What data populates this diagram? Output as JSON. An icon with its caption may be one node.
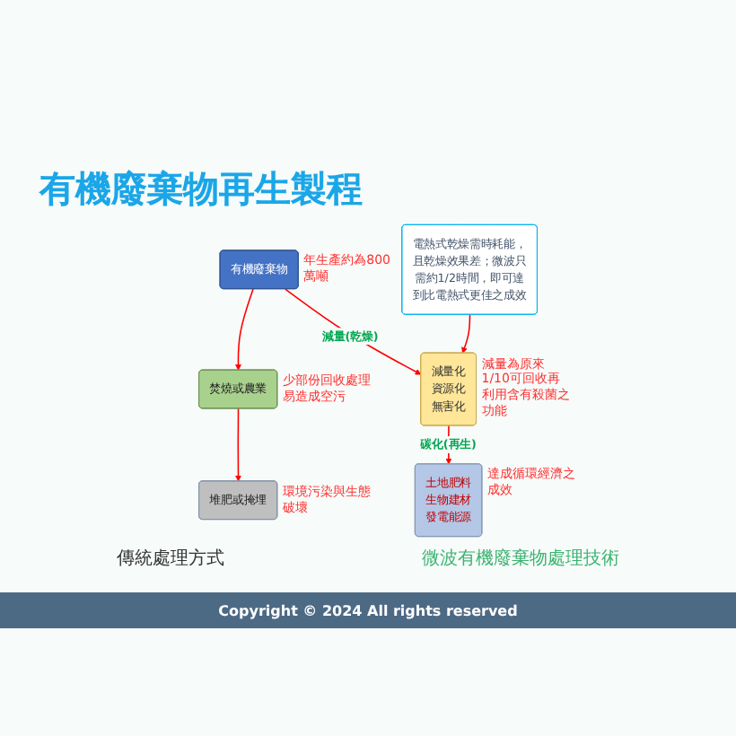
{
  "diagram": {
    "title": "有機廢棄物再生製程",
    "nodes": [
      {
        "text": [
          "有機廢棄物"
        ],
        "beside": [
          "年生產約為800萬噸"
        ]
      },
      {
        "text": [
          "焚燒或農業"
        ],
        "beside": [
          "少部份回收處理易造成空污"
        ]
      },
      {
        "text": [
          "堆肥或掩埋"
        ],
        "beside": [
          "環境污染與生態破壞"
        ]
      },
      {
        "text": [
          "減量化",
          "資源化",
          "無害化"
        ],
        "beside": [
          "減量為原來1/10可回收再利用含有殺菌之功能"
        ]
      },
      {
        "text": [
          "土地肥料",
          "生物建材",
          "發電能源"
        ],
        "beside": [
          "達成循環經濟之成效"
        ]
      },
      {
        "text": [
          "電熱式乾燥需時耗能，且乾燥效果差；微波只需約1/2時間，即可達到比電熱式更佳之成效"
        ]
      }
    ],
    "edges": [
      {
        "from": 0,
        "to": 1,
        "arrow": "to"
      },
      {
        "from": 0,
        "to": 3,
        "arrow": "to",
        "label": "減量(乾燥)"
      },
      {
        "from": 1,
        "to": 2,
        "arrow": "to"
      },
      {
        "from": 3,
        "to": 4,
        "arrow": "to",
        "label": "碳化(再生)"
      },
      {
        "from": 5,
        "to": 3,
        "arrow": "to"
      }
    ],
    "labels": [
      "傳統處理方式",
      "微波有機廢棄物處理技術",
      "Copyright © 2024 All rights reserved"
    ]
  }
}
